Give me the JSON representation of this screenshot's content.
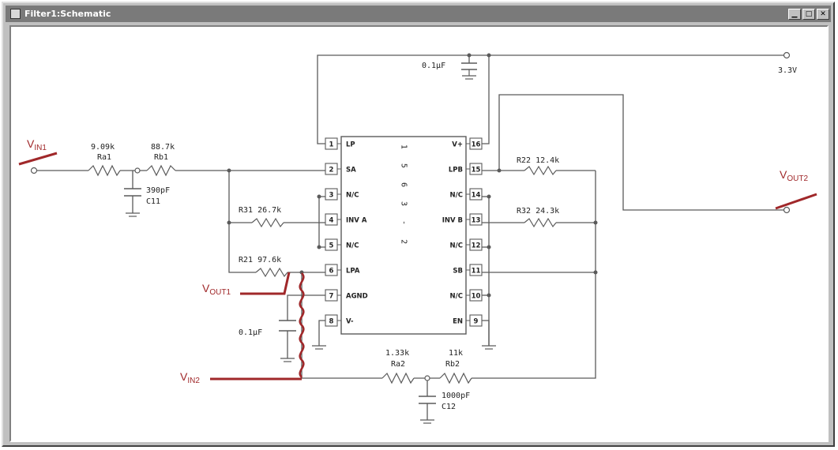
{
  "window": {
    "title": "Filter1:Schematic",
    "buttons": {
      "minimize": "▁",
      "maximize": "□",
      "close": "✕"
    }
  },
  "schematic": {
    "ic": {
      "label": "1 5 6 3 - 2",
      "left_pins": [
        {
          "num": "1",
          "name": "LP"
        },
        {
          "num": "2",
          "name": "SA"
        },
        {
          "num": "3",
          "name": "N/C"
        },
        {
          "num": "4",
          "name": "INV A"
        },
        {
          "num": "5",
          "name": "N/C"
        },
        {
          "num": "6",
          "name": "LPA"
        },
        {
          "num": "7",
          "name": "AGND"
        },
        {
          "num": "8",
          "name": "V-"
        }
      ],
      "right_pins": [
        {
          "num": "16",
          "name": "V+"
        },
        {
          "num": "15",
          "name": "LPB"
        },
        {
          "num": "14",
          "name": "N/C"
        },
        {
          "num": "13",
          "name": "INV B"
        },
        {
          "num": "12",
          "name": "N/C"
        },
        {
          "num": "11",
          "name": "SB"
        },
        {
          "num": "10",
          "name": "N/C"
        },
        {
          "num": "9",
          "name": "EN"
        }
      ]
    },
    "components": {
      "ra1": {
        "value": "9.09k",
        "name": "Ra1"
      },
      "rb1": {
        "value": "88.7k",
        "name": "Rb1"
      },
      "c11": {
        "value": "390pF",
        "name": "C11"
      },
      "r31": {
        "label": "R31 26.7k"
      },
      "r21": {
        "label": "R21 97.6k"
      },
      "r22": {
        "label": "R22 12.4k"
      },
      "r32": {
        "label": "R32 24.3k"
      },
      "ra2": {
        "value": "1.33k",
        "name": "Ra2"
      },
      "rb2": {
        "value": "11k",
        "name": "Rb2"
      },
      "c12": {
        "value": "1000pF",
        "name": "C12"
      },
      "c_top": {
        "value": "0.1µF"
      },
      "c_left": {
        "value": "0.1µF"
      },
      "supply": {
        "value": "3.3V"
      }
    },
    "annotations": {
      "vin1": {
        "main": "V",
        "sub": "IN1"
      },
      "vin2": {
        "main": "V",
        "sub": "IN2"
      },
      "vout1": {
        "main": "V",
        "sub": "OUT1"
      },
      "vout2": {
        "main": "V",
        "sub": "OUT2"
      }
    },
    "colors": {
      "wire": "#5a5a5a",
      "annotation": "#a0282a",
      "title_bar": "#7a7a7a"
    }
  }
}
